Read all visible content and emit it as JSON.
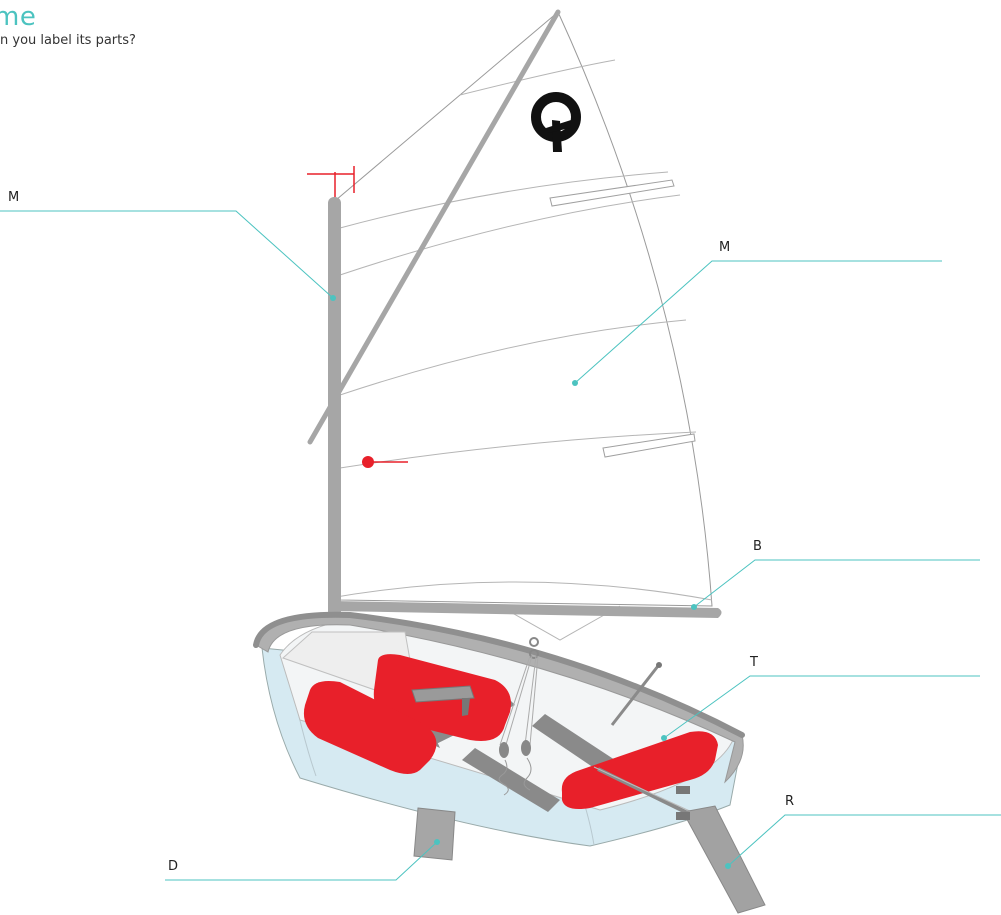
{
  "header": {
    "title": "me",
    "subtitle": "n you label its parts?"
  },
  "labels": {
    "mast": "M",
    "mainsail": "M",
    "boom": "B",
    "tiller": "T",
    "rudder": "R",
    "daggerboard": "D"
  },
  "logo": {
    "sail_insignia": "Q"
  },
  "colors": {
    "accent": "#4cc3c0",
    "red": "#e8202a",
    "spar": "#a6a6a6",
    "hull": "#d6eaf2"
  }
}
